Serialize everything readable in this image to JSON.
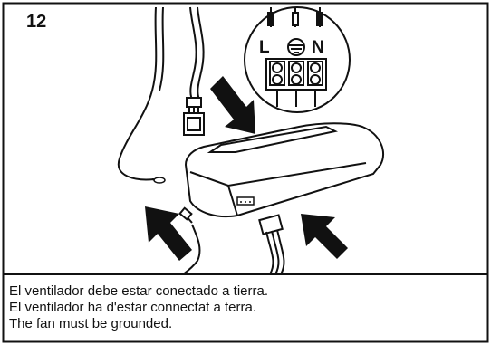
{
  "step": {
    "number": "12"
  },
  "terminal_labels": {
    "line": "L",
    "neutral": "N"
  },
  "caption": {
    "lines": [
      "El ventilador debe estar conectado a tierra.",
      "El ventilador ha d'estar connectat a terra.",
      "The fan must be grounded."
    ]
  }
}
